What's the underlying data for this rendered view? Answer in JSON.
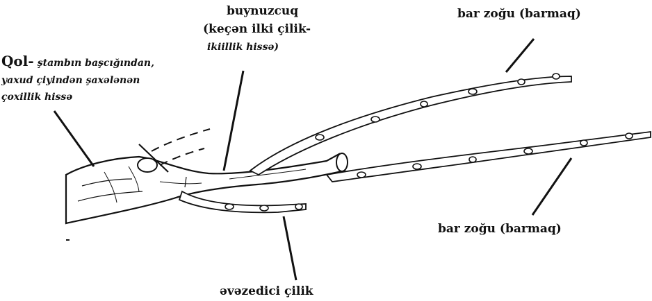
{
  "labels": {
    "qol_title": "Qol-",
    "qol_line1": "ştambın başcığından,",
    "qol_line2": "yaxud çiyindən şaxələnən",
    "qol_line3": "çoxillik hissə",
    "buynuzcuq": "buynuzcuq",
    "buynuzcuq_sub1": "(keçən ilki çilik-",
    "buynuzcuq_sub2": "ikiillik hissə)",
    "bar_zogu_top": "bar zoğu (barmaq)",
    "bar_zogu_bottom": "bar zoğu (barmaq)",
    "evezedici": "əvəzedici çilik"
  },
  "colors": {
    "ink": "#111111",
    "background": "#ffffff"
  }
}
